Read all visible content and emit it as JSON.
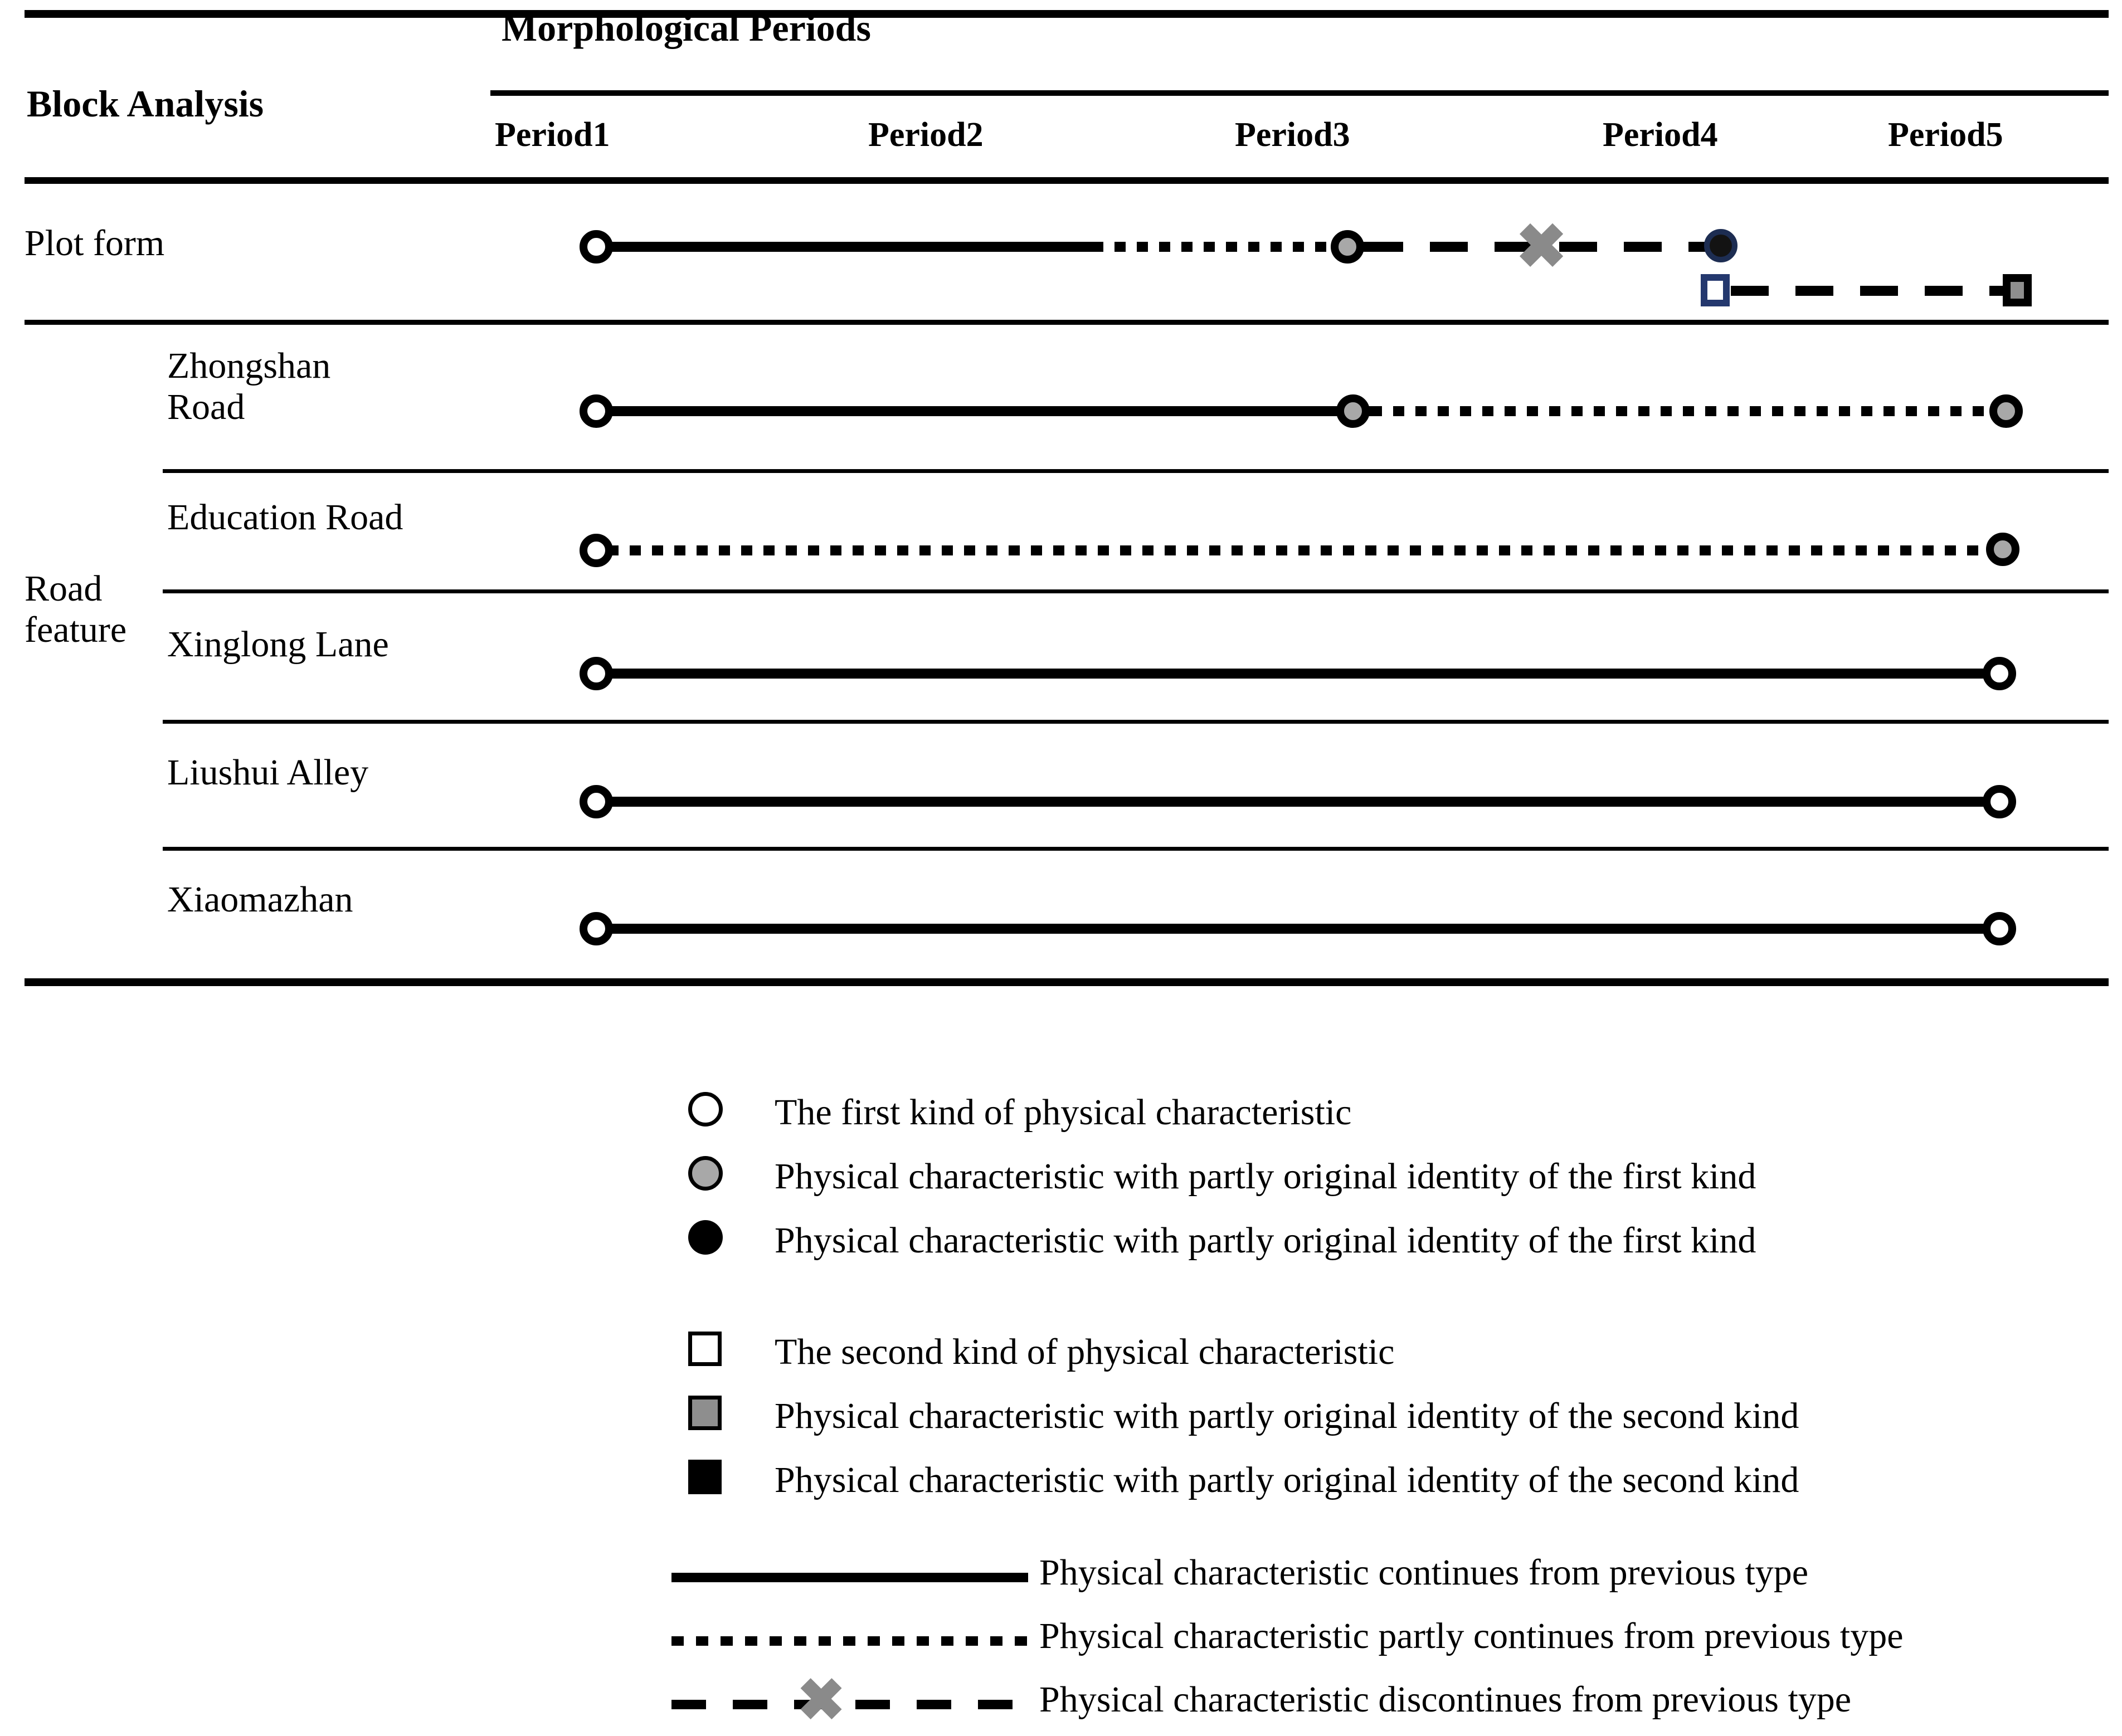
{
  "table": {
    "corner_header": "Block Analysis",
    "group_header": "Morphological Periods",
    "period_columns": [
      "Period1",
      "Period2",
      "Period3",
      "Period4",
      "Period5"
    ],
    "section_labels": {
      "plot_form": "Plot form",
      "road_feature": "Road\nfeature"
    },
    "rows": [
      {
        "name": "Plot form"
      },
      {
        "name": "Zhongshan\nRoad"
      },
      {
        "name": "Education Road"
      },
      {
        "name": "Xinglong Lane"
      },
      {
        "name": "Liushui Alley"
      },
      {
        "name": "Xiaomazhan"
      }
    ]
  },
  "legend": {
    "markers": [
      {
        "icon": "circle-white-marker",
        "label": "The first kind of physical characteristic"
      },
      {
        "icon": "circle-gray-marker",
        "label": "Physical characteristic with partly original identity of the first kind"
      },
      {
        "icon": "circle-black-marker",
        "label": "Physical characteristic with partly original identity of the first kind"
      },
      {
        "icon": "square-white-marker",
        "label": "The second kind of physical characteristic"
      },
      {
        "icon": "square-gray-marker",
        "label": "Physical characteristic with partly original identity of the second kind"
      },
      {
        "icon": "square-black-marker",
        "label": "Physical characteristic with partly original identity of the second kind"
      }
    ],
    "lines": [
      {
        "icon": "solid-line",
        "label": "Physical characteristic continues from previous type"
      },
      {
        "icon": "dotted-line",
        "label": "Physical characteristic partly continues from previous type"
      },
      {
        "icon": "dashed-x-line",
        "label": "Physical characteristic discontinues from previous type"
      }
    ]
  },
  "colors": {
    "ink": "#000000",
    "gray_fill": "#a8a8a8",
    "gray_square_fill": "#8e8e8e",
    "navy_accent": "#24386e",
    "x_marker_gray": "#8a8a8a",
    "background": "#ffffff"
  },
  "chart_data": {
    "type": "timeline",
    "title": "Block Analysis / Morphological Periods",
    "x_categories": [
      "Period1",
      "Period2",
      "Period3",
      "Period4",
      "Period5"
    ],
    "rows": [
      {
        "label": "Plot form",
        "tracks": [
          {
            "nodes": [
              {
                "at": "Period1",
                "marker": "circle-white"
              },
              {
                "at": "Period3",
                "marker": "circle-gray"
              },
              {
                "at": "Period4-x",
                "marker": "x-discontinue"
              },
              {
                "at": "Period4",
                "marker": "circle-navy"
              }
            ],
            "segments": [
              {
                "from": "Period1",
                "to": "Period2",
                "style": "solid"
              },
              {
                "from": "Period2",
                "to": "Period3",
                "style": "dotted"
              },
              {
                "from": "Period3",
                "to": "Period4",
                "style": "dashed"
              }
            ]
          },
          {
            "nodes": [
              {
                "at": "Period4",
                "marker": "square-white-navy"
              },
              {
                "at": "Period5",
                "marker": "square-gray"
              }
            ],
            "segments": [
              {
                "from": "Period4",
                "to": "Period5",
                "style": "dashed"
              }
            ]
          }
        ]
      },
      {
        "label": "Zhongshan Road",
        "tracks": [
          {
            "nodes": [
              {
                "at": "Period1",
                "marker": "circle-white"
              },
              {
                "at": "Period3",
                "marker": "circle-gray"
              },
              {
                "at": "Period5",
                "marker": "circle-gray"
              }
            ],
            "segments": [
              {
                "from": "Period1",
                "to": "Period3",
                "style": "solid"
              },
              {
                "from": "Period3",
                "to": "Period5",
                "style": "dotted"
              }
            ]
          }
        ]
      },
      {
        "label": "Education Road",
        "tracks": [
          {
            "nodes": [
              {
                "at": "Period1",
                "marker": "circle-white"
              },
              {
                "at": "Period5",
                "marker": "circle-gray"
              }
            ],
            "segments": [
              {
                "from": "Period1",
                "to": "Period5",
                "style": "dotted"
              }
            ]
          }
        ]
      },
      {
        "label": "Xinglong Lane",
        "tracks": [
          {
            "nodes": [
              {
                "at": "Period1",
                "marker": "circle-white"
              },
              {
                "at": "Period5",
                "marker": "circle-white"
              }
            ],
            "segments": [
              {
                "from": "Period1",
                "to": "Period5",
                "style": "solid"
              }
            ]
          }
        ]
      },
      {
        "label": "Liushui Alley",
        "tracks": [
          {
            "nodes": [
              {
                "at": "Period1",
                "marker": "circle-white"
              },
              {
                "at": "Period5",
                "marker": "circle-white"
              }
            ],
            "segments": [
              {
                "from": "Period1",
                "to": "Period5",
                "style": "solid"
              }
            ]
          }
        ]
      },
      {
        "label": "Xiaomazhan",
        "tracks": [
          {
            "nodes": [
              {
                "at": "Period1",
                "marker": "circle-white"
              },
              {
                "at": "Period5",
                "marker": "circle-white"
              }
            ],
            "segments": [
              {
                "from": "Period1",
                "to": "Period5",
                "style": "solid"
              }
            ]
          }
        ]
      }
    ]
  }
}
